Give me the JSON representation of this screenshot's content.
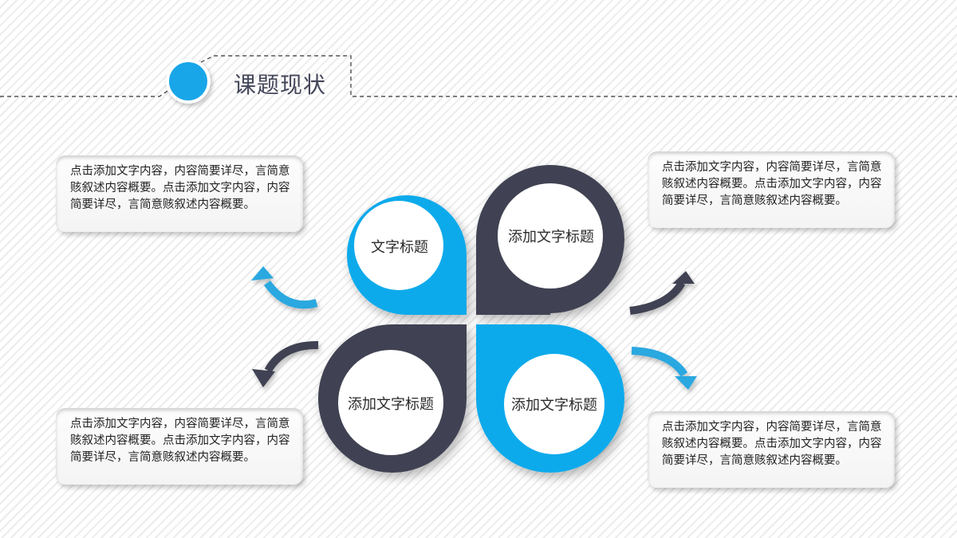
{
  "header": {
    "title": "课题现状",
    "accent_color": "#19a6e8"
  },
  "colors": {
    "blue": "#11aaeb",
    "dark": "#3f4252",
    "card_text": "#222222",
    "title_text": "#44475a"
  },
  "petals": [
    {
      "position": "top-left",
      "label": "文字标题",
      "color": "blue"
    },
    {
      "position": "top-right",
      "label": "添加文字标题",
      "color": "dark"
    },
    {
      "position": "bottom-left",
      "label": "添加文字标题",
      "color": "dark"
    },
    {
      "position": "bottom-right",
      "label": "添加文字标题",
      "color": "blue"
    }
  ],
  "cards": [
    {
      "position": "top-left",
      "text": "点击添加文字内容，内容简要详尽，言简意赅叙述内容概要。点击添加文字内容，内容简要详尽，言简意赅叙述内容概要。"
    },
    {
      "position": "top-right",
      "text": "点击添加文字内容，内容简要详尽，言简意赅叙述内容概要。点击添加文字内容，内容简要详尽，言简意赅叙述内容概要。"
    },
    {
      "position": "bottom-left",
      "text": "点击添加文字内容，内容简要详尽，言简意赅叙述内容概要。点击添加文字内容，内容简要详尽，言简意赅叙述内容概要。"
    },
    {
      "position": "bottom-right",
      "text": "点击添加文字内容，内容简要详尽，言简意赅叙述内容概要。点击添加文字内容，内容简要详尽，言简意赅叙述内容概要。"
    }
  ],
  "arrows": [
    {
      "position": "upper-left",
      "icon": "curved-arrow-up-left-icon",
      "color": "blue"
    },
    {
      "position": "lower-left",
      "icon": "curved-arrow-down-left-icon",
      "color": "dark"
    },
    {
      "position": "upper-right",
      "icon": "curved-arrow-up-right-icon",
      "color": "dark"
    },
    {
      "position": "lower-right",
      "icon": "curved-arrow-down-right-icon",
      "color": "blue"
    }
  ]
}
